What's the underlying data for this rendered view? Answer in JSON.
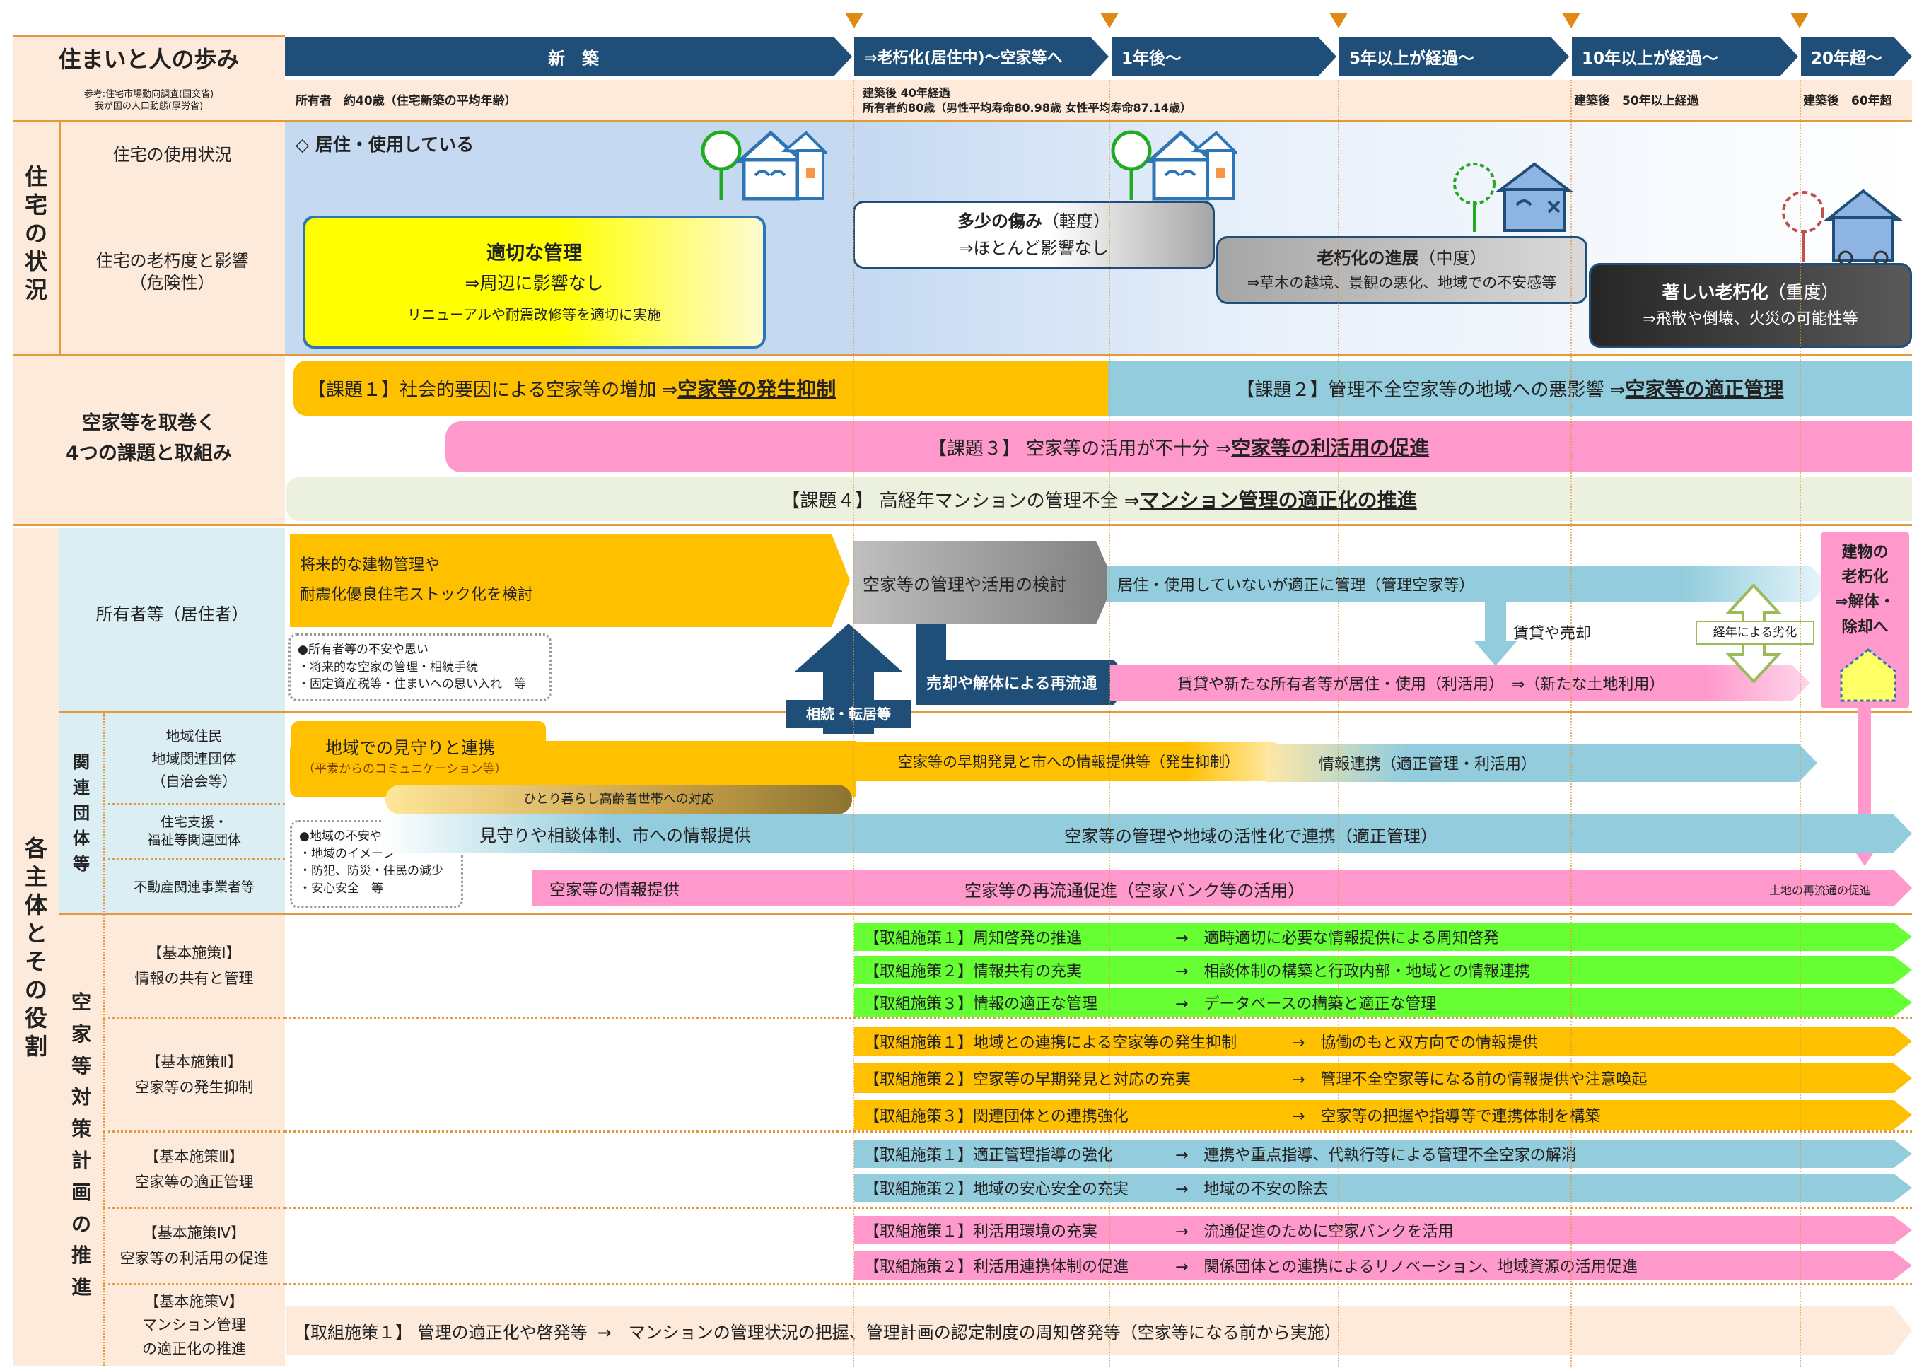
{
  "header": {
    "title": "住まいと人の歩み",
    "reference": "参考:住宅市場動向調査(国交省)\n我が国の人口動態(厚労省)"
  },
  "phases": [
    {
      "label": "新　築",
      "note": "所有者　約40歳（住宅新築の平均年齢）"
    },
    {
      "label": "⇒老朽化(居住中)～空家等へ",
      "note": "建築後 40年経過\n所有者約80歳（男性平均寿命80.98歳 女性平均寿命87.14歳）"
    },
    {
      "label": "1年後～",
      "note": ""
    },
    {
      "label": "5年以上が経過～",
      "note": ""
    },
    {
      "label": "10年以上が経過～",
      "note": "建築後　50年以上経過"
    },
    {
      "label": "20年超～",
      "note": "建築後　60年超"
    }
  ],
  "section1": {
    "title": "住\n宅\nの\n状\n況",
    "row1": "住宅の使用状況",
    "row2": "住宅の老朽度と影響\n（危険性）",
    "occupied": "◇ 居住・使用している",
    "state1": {
      "title": "適切な管理",
      "line2": "⇒周辺に影響なし",
      "line3": "リニューアルや耐震改修等を適切に実施"
    },
    "state2": {
      "title": "多少の傷み",
      "sub": "（軽度）",
      "line2": "⇒ほとんど影響なし"
    },
    "state3": {
      "title": "老朽化の進展",
      "sub": "（中度）",
      "line2": "⇒草木の越境、景観の悪化、地域での不安感等"
    },
    "state4": {
      "title": "著しい老朽化",
      "sub": "（重度）",
      "line2": "⇒飛散や倒壊、火災の可能性等"
    }
  },
  "section2": {
    "title": "空家等を取巻く\n4つの課題と取組み",
    "issue1": {
      "pre": "【課題１】社会的要因による空家等の増加 ⇒ ",
      "key": "空家等の発生抑制"
    },
    "issue2": {
      "pre": "【課題２】管理不全空家等の地域への悪影響 ⇒ ",
      "key": "空家等の適正管理"
    },
    "issue3": {
      "pre": "【課題３】 空家等の活用が不十分 ⇒ ",
      "key": "空家等の利活用の促進"
    },
    "issue4": {
      "pre": "【課題４】 高経年マンションの管理不全 ⇒ ",
      "key": "マンション管理の適正化の推進"
    }
  },
  "section3": {
    "title": "各\n主\n体\nと\nそ\nの\n役\n割",
    "owner": "所有者等（居住者）",
    "owner_arrow": "将来的な建物管理や\n耐震化優良住宅ストック化を検討",
    "owner_balloon": "●所有者等の不安や思い\n・将来的な空家の管理・相続手続\n・固定資産税等・住まいへの思い入れ　等",
    "owner_grey": "空家等の管理や活用の検討",
    "owner_blue": "居住・使用していないが適正に管理（管理空家等）",
    "rent_sale": "賃貸や売却",
    "deterioration": "経年による劣化",
    "resale": "売却や解体による再流通",
    "inherit": "相続・転居等",
    "owner_pink": "賃貸や新たな所有者等が居住・使用（利活用）　⇒（新たな土地利用）",
    "aging_box": "建物の\n老朽化\n⇒解体・\n除却へ",
    "related": "関\n連\n団\n体\n等",
    "g1": "地域住民\n地域関連団体\n（自治会等）",
    "g2": "住宅支援・\n福祉等関連団体",
    "g3": "不動産関連事業者等",
    "g1_box": "地域での見守りと連携",
    "g1_box_sub": "（平素からのコミュニケーション等）",
    "g1_elderly": "ひとり暮らし高齢者世帯への対応",
    "g1_arrow1": "空家等の早期発見と市への情報提供等（発生抑制）",
    "g1_arrow2": "情報連携（適正管理・利活用）",
    "g_balloon": "●地域の不安や思い\n・地域のイメージ\n・防犯、防災・住民の減少\n・安心安全　等",
    "g2_arrow1": "見守りや相談体制、市への情報提供",
    "g2_arrow2": "空家等の管理や地域の活性化で連携（適正管理）",
    "g3_arrow1": "空家等の情報提供",
    "g3_arrow2": "空家等の再流通促進（空家バンク等の活用）",
    "g3_arrow3": "土地の再流通の促進",
    "plan": "空\n家\n等\n対\n策\n計\n画\nの\n推\n進",
    "policies": [
      {
        "name": "【基本施策Ⅰ】\n情報の共有と管理",
        "items": [
          {
            "a": "【取組施策１】周知啓発の推進",
            "b": "→　適時適切に必要な情報提供による周知啓発"
          },
          {
            "a": "【取組施策２】情報共有の充実",
            "b": "→　相談体制の構築と行政内部・地域との情報連携"
          },
          {
            "a": "【取組施策３】情報の適正な管理",
            "b": "→　データベースの構築と適正な管理"
          }
        ]
      },
      {
        "name": "【基本施策Ⅱ】\n空家等の発生抑制",
        "items": [
          {
            "a": "【取組施策１】地域との連携による空家等の発生抑制",
            "b": "→　協働のもと双方向での情報提供"
          },
          {
            "a": "【取組施策２】空家等の早期発見と対応の充実",
            "b": "→　管理不全空家等になる前の情報提供や注意喚起"
          },
          {
            "a": "【取組施策３】関連団体との連携強化",
            "b": "→　空家等の把握や指導等で連携体制を構築"
          }
        ]
      },
      {
        "name": "【基本施策Ⅲ】\n空家等の適正管理",
        "items": [
          {
            "a": "【取組施策１】適正管理指導の強化",
            "b": "→　連携や重点指導、代執行等による管理不全空家の解消"
          },
          {
            "a": "【取組施策２】地域の安心安全の充実",
            "b": "→　地域の不安の除去"
          }
        ]
      },
      {
        "name": "【基本施策Ⅳ】\n空家等の利活用の促進",
        "items": [
          {
            "a": "【取組施策１】利活用環境の充実",
            "b": "→　流通促進のために空家バンクを活用"
          },
          {
            "a": "【取組施策２】利活用連携体制の促進",
            "b": "→　関係団体との連携によるリノベーション、地域資源の活用促進"
          }
        ]
      },
      {
        "name": "【基本施策Ⅴ】\nマンション管理\nの適正化の推進",
        "items": [
          {
            "a": "【取組施策１】 管理の適正化や啓発等",
            "b": "→　マンションの管理状況の把握、管理計画の認定制度の周知啓発等（空家等になる前から実施）"
          }
        ]
      }
    ]
  },
  "colors": {
    "orange": "#ffc000",
    "blue": "#93cddd",
    "pink": "#ff99cc",
    "green": "#92d050",
    "navy": "#1f4e79",
    "lime": "#66ff33"
  }
}
